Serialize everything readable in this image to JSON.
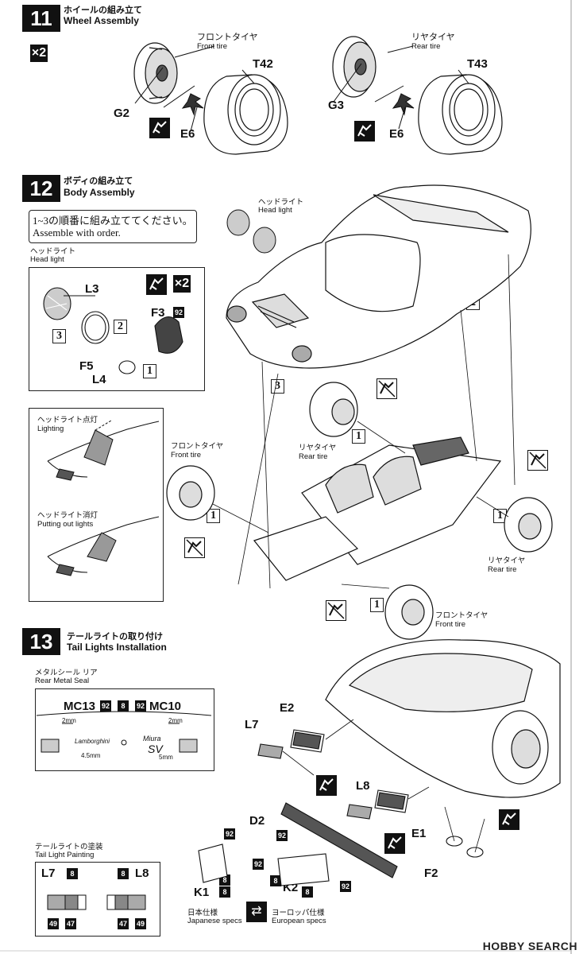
{
  "steps": {
    "s11": {
      "num": "11",
      "jp": "ホイールの組み立て",
      "en": "Wheel Assembly",
      "qty": "×2",
      "front_jp": "フロントタイヤ",
      "front_en": "Front tire",
      "rear_jp": "リヤタイヤ",
      "rear_en": "Rear tire",
      "parts": {
        "t42": "T42",
        "t43": "T43",
        "g2": "G2",
        "g3": "G3",
        "e6a": "E6",
        "e6b": "E6"
      }
    },
    "s12": {
      "num": "12",
      "jp": "ボディの組み立て",
      "en": "Body Assembly",
      "order_jp": "1~3の順番に組み立ててください。",
      "order_en": "Assemble with order.",
      "headlight_jp": "ヘッドライト",
      "headlight_en": "Head light",
      "headlight2_jp": "ヘッドライト",
      "headlight2_en": "Head light",
      "qty": "×2",
      "parts": {
        "l3": "L3",
        "f3": "F3",
        "f5": "F5",
        "l4": "L4",
        "color92": "92"
      },
      "orders": [
        "1",
        "2",
        "3"
      ],
      "lighting_jp": "ヘッドライト点灯",
      "lighting_en": "Lighting",
      "outlight_jp": "ヘッドライト消灯",
      "outlight_en": "Putting out lights",
      "front_jp": "フロントタイヤ",
      "front_en": "Front tire",
      "rear_jp": "リヤタイヤ",
      "rear_en": "Rear tire",
      "rear2_jp": "リヤタイヤ",
      "rear2_en": "Rear tire",
      "front2_jp": "フロントタイヤ",
      "front2_en": "Front tire"
    },
    "s13": {
      "num": "13",
      "jp": "テールライトの取り付け",
      "en": "Tail Lights Installation",
      "seal_jp": "メタルシール リア",
      "seal_en": "Rear Metal Seal",
      "mc13": "MC13",
      "mc10": "MC10",
      "c92": "92",
      "c8": "8",
      "mm2a": "2mm",
      "mm2b": "2mm",
      "mm45": "4.5mm",
      "mm5": "5mm",
      "lambo": "Lamborghini",
      "miura": "Miura",
      "sv": "SV",
      "parts": {
        "e2": "E2",
        "l7": "L7",
        "l8": "L8",
        "d2": "D2",
        "e1": "E1",
        "f2": "F2",
        "k1": "K1",
        "k2": "K2"
      },
      "paint_jp": "テールライトの塗装",
      "paint_en": "Tail Light Painting",
      "paint": {
        "l7": "L7",
        "l8": "L8",
        "c8": "8",
        "c49": "49",
        "c47": "47"
      },
      "jp_spec_jp": "日本仕様",
      "jp_spec_en": "Japanese specs",
      "eu_spec_jp": "ヨーロッパ仕様",
      "eu_spec_en": "European specs"
    }
  },
  "watermark": "HOBBY SEARCH"
}
